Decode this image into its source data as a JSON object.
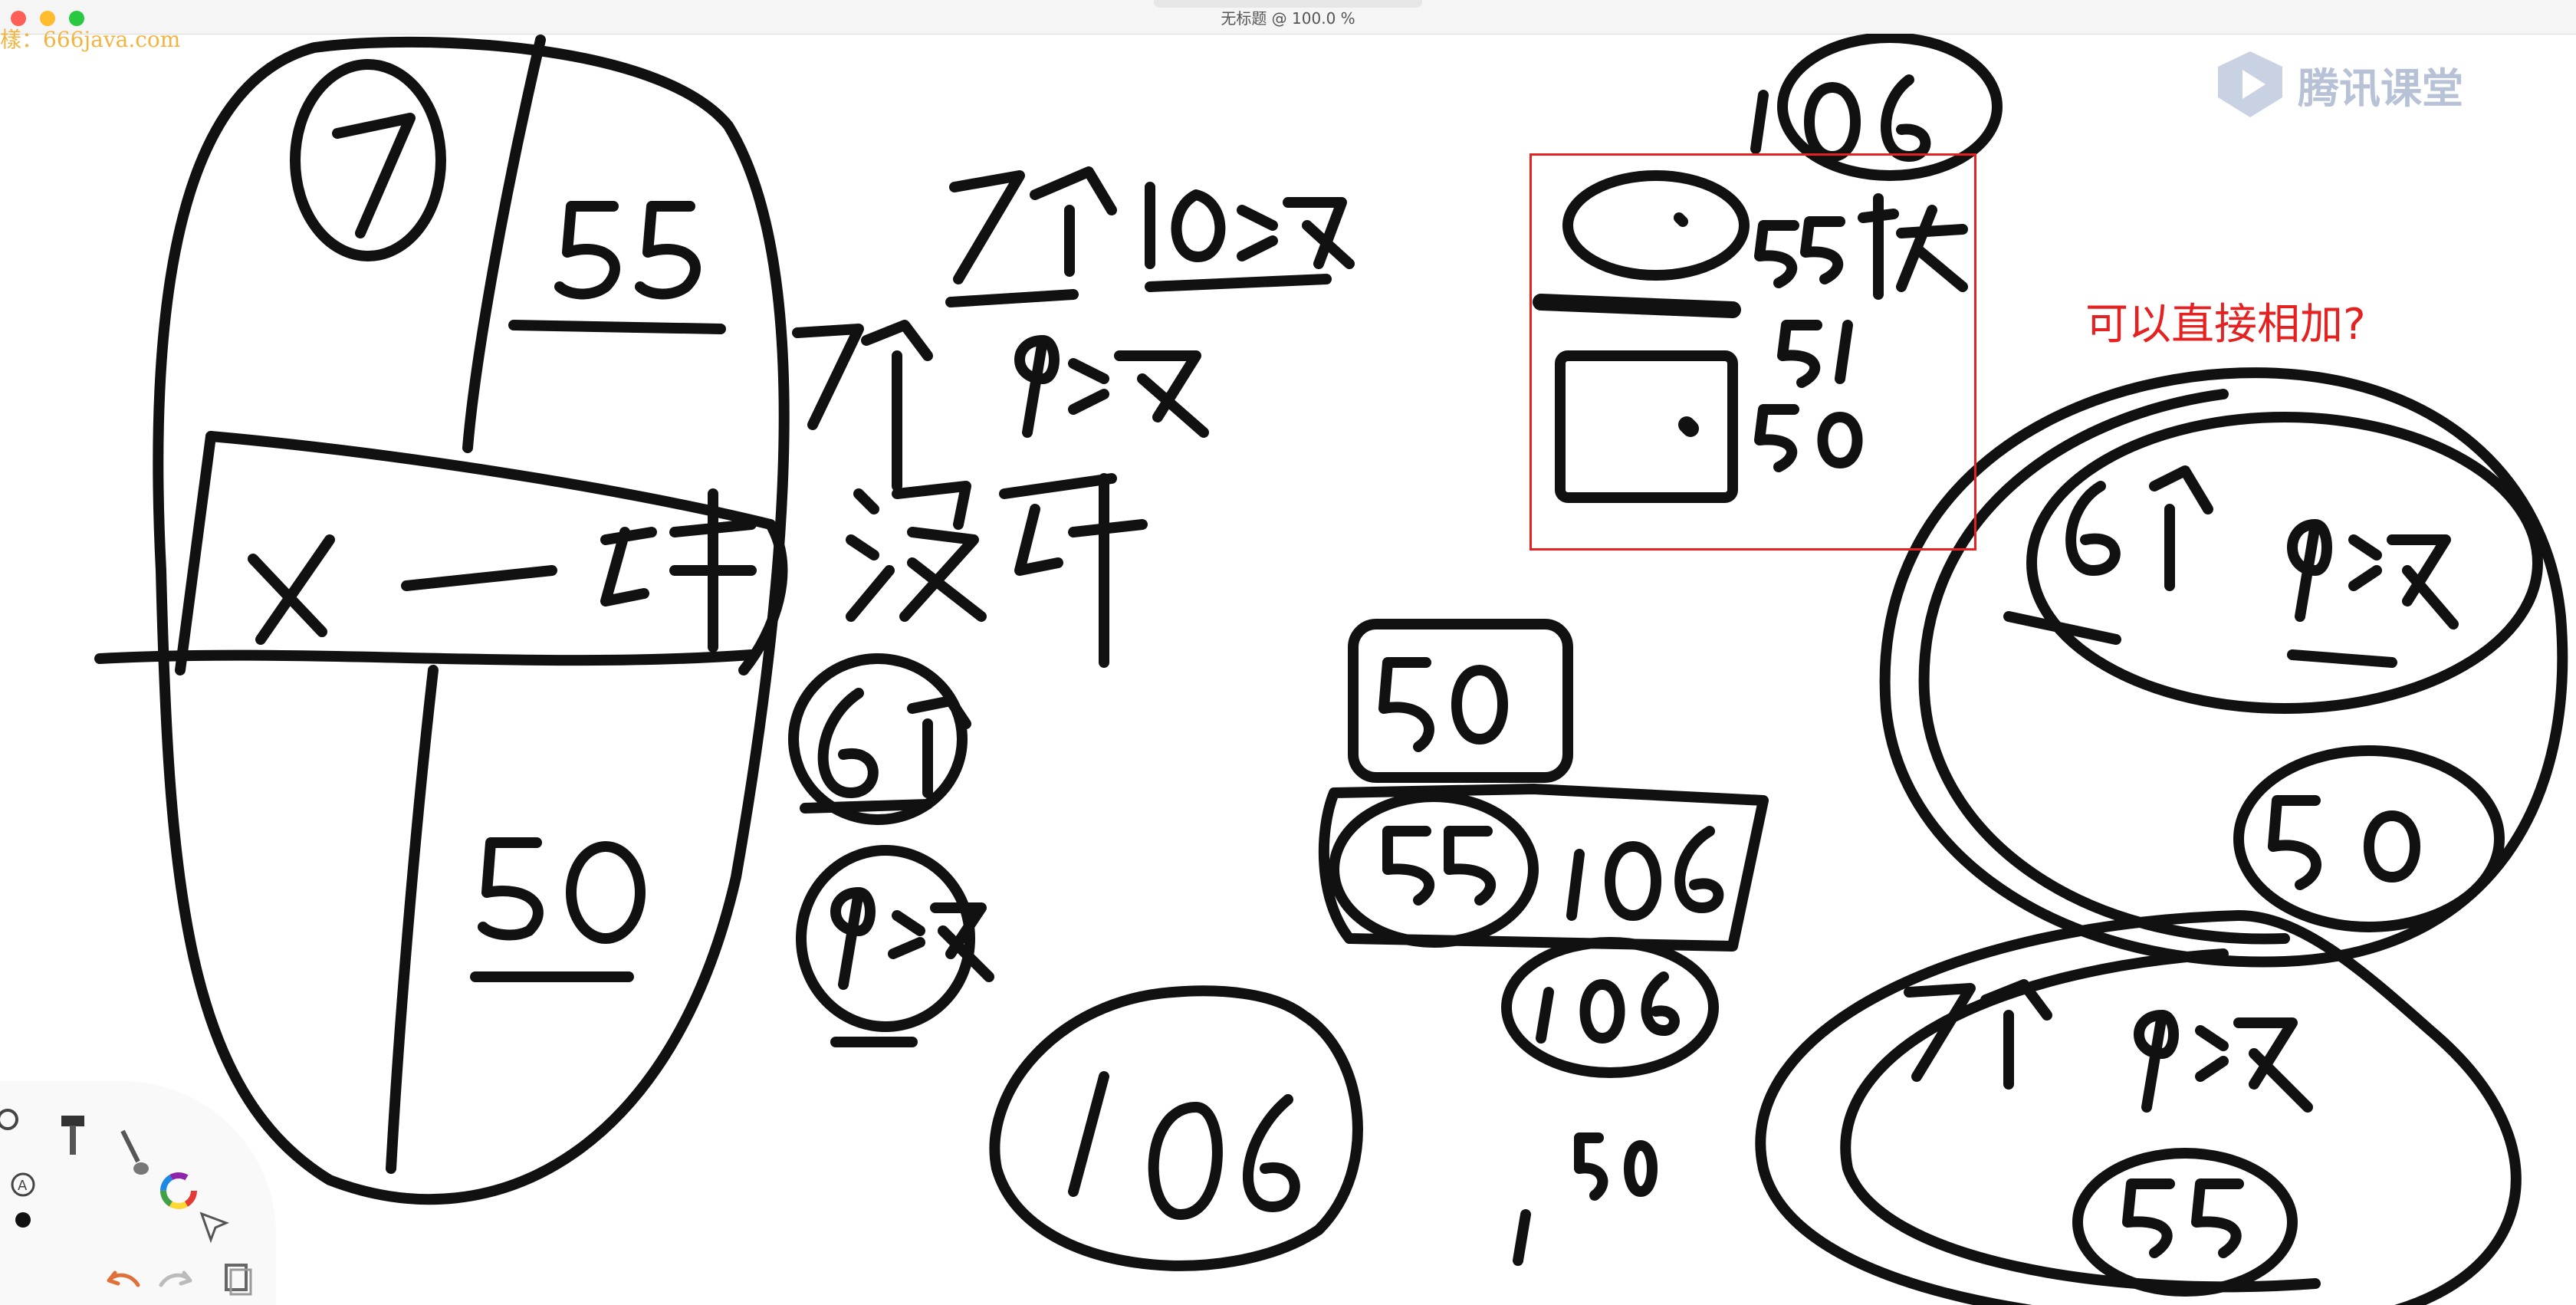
{
  "window": {
    "title": "无标题 @ 100.0 %"
  },
  "watermark": {
    "text": "樣：666java.com"
  },
  "brand": {
    "name": "腾讯课堂",
    "icon": "play-icon",
    "color": "#b8c2d6"
  },
  "annotation": {
    "text": "可以直接相加?",
    "color": "#e52222"
  },
  "drawing": {
    "ink_color": "#111111",
    "numbers": [
      "7",
      "55",
      "50",
      "7个",
      "10次",
      "7个",
      "9次",
      "没碎",
      "6个",
      "9次",
      "106",
      "55块",
      "51",
      "50",
      "50",
      "55",
      "106",
      "106",
      "50",
      "6个",
      "9次",
      "50",
      "7个",
      "9次",
      "55",
      "一碎"
    ]
  },
  "toolbar": {
    "icons": [
      "gear-icon",
      "hammer-icon",
      "brush-icon",
      "color-wheel-icon",
      "pointer-icon",
      "undo-icon",
      "redo-icon",
      "layers-icon",
      "text-tool-icon",
      "dot-icon"
    ]
  }
}
